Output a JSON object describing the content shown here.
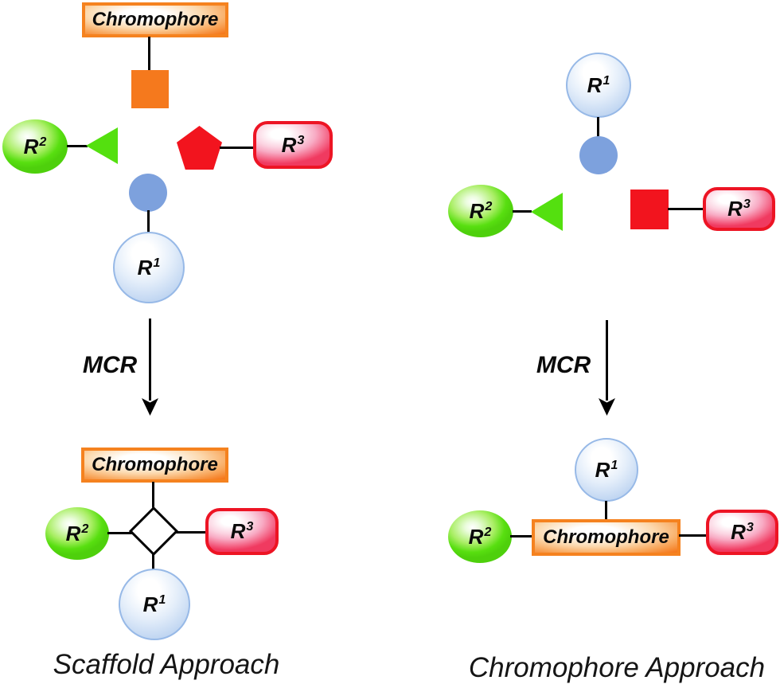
{
  "labels": {
    "chromophore": "Chromophore",
    "mcr": "MCR",
    "r1_base": "R",
    "r1_sup": "1",
    "r2_base": "R",
    "r2_sup": "2",
    "r3_base": "R",
    "r3_sup": "3"
  },
  "captions": {
    "left": "Scaffold Approach",
    "right": "Chromophore Approach"
  },
  "colors": {
    "orange": "#F5791D",
    "orange_border": "#F5821F",
    "green": "#54E00F",
    "red": "#F2141E",
    "red_border": "#ED1424",
    "pink": "#F8ABC4",
    "blue_solid": "#7DA1DD",
    "blue_light": "#A8C6EC",
    "line": "#000000"
  }
}
